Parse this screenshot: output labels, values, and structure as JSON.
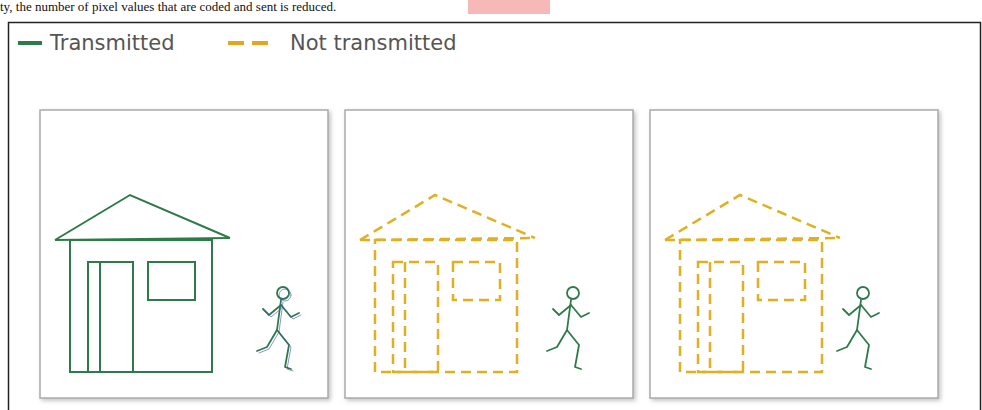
{
  "diagram": {
    "labels": [
      "ty, the number of pixel values that are coded and sent is reduced."
    ],
    "legend": [
      {
        "text": "Transmitted"
      },
      {
        "text": "Not transmitted"
      }
    ]
  }
}
